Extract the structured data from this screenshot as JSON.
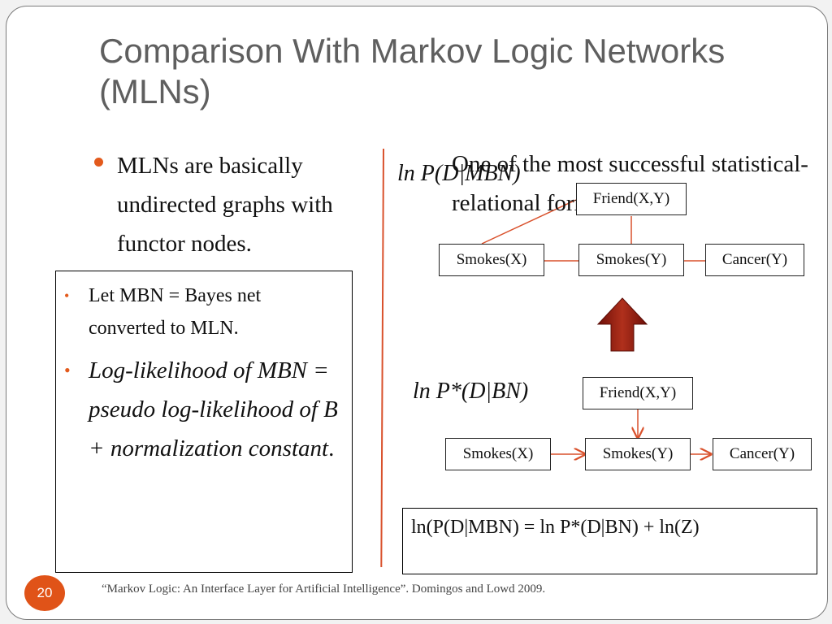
{
  "slide": {
    "title": "Comparison With Markov Logic Networks (MLNs)",
    "bullet": "MLNs are basically undirected graphs with functor nodes.",
    "right_text": "One of the most successful statistical-relational formalisms.",
    "box": {
      "item1": "Let MBN = Bayes net converted to MLN.",
      "item2": "Log-likelihood of MBN = pseudo log-likelihood of B + normalization constant",
      "item2_end": "."
    },
    "mln": {
      "label": "ln P(D|MBN)",
      "nodes": {
        "friend": "Friend(X,Y)",
        "smokes_x": "Smokes(X)",
        "smokes_y": "Smokes(Y)",
        "cancer": "Cancer(Y)"
      }
    },
    "bn": {
      "label": "ln P*(D|BN)",
      "nodes": {
        "friend": "Friend(X,Y)",
        "smokes_x": "Smokes(X)",
        "smokes_y": "Smokes(Y)",
        "cancer": "Cancer(Y)"
      }
    },
    "equation": "ln(P(D|MBN) = ln P*(D|BN) + ln(Z)",
    "page_number": "20",
    "citation": "“Markov Logic: An Interface Layer for Artificial Intelligence”. Domingos and Lowd 2009.",
    "colors": {
      "accent": "#e05318",
      "arrow": "#8b1a10",
      "title": "#5f5f5f"
    }
  }
}
